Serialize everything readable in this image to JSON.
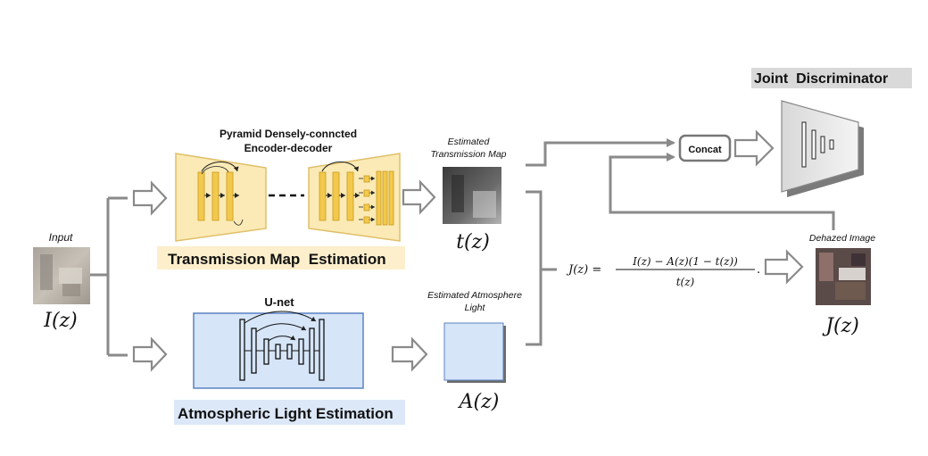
{
  "input": {
    "caption": "Input",
    "symbol": "I(z)"
  },
  "transmission": {
    "network_title_line1": "Pyramid Densely-conncted",
    "network_title_line2": "Encoder-decoder",
    "module_label": "Transmission Map  Estimation",
    "output_caption_line1": "Estimated",
    "output_caption_line2": "Transmission Map",
    "output_symbol": "t(z)"
  },
  "atmosphere": {
    "network_title": "U-net",
    "module_label": "Atmospheric Light Estimation",
    "output_caption_line1": "Estimated Atmosphere",
    "output_caption_line2": "Light",
    "output_symbol": "A(z)"
  },
  "formula": {
    "lhs": "J(z) =",
    "numerator": "I(z) − A(z)(1 − t(z))",
    "denominator": "t(z)",
    "end": "."
  },
  "output": {
    "caption": "Dehazed Image",
    "symbol": "J(z)"
  },
  "discriminator": {
    "title": "Joint  Discriminator",
    "concat_label": "Concat"
  },
  "colors": {
    "transmission_fill": "#fbeab5",
    "transmission_stroke": "#e0bf6a",
    "block_fill": "#f2c94c",
    "block_stroke": "#c89a1e",
    "unet_fill": "#d6e5f8",
    "unet_stroke": "#5b82c2",
    "arrow_gray": "#8a8a8a",
    "label_bg_yellow": "#fdefcc",
    "label_bg_blue": "#dce8f8",
    "disc_title_bg": "#d9d9d9"
  }
}
